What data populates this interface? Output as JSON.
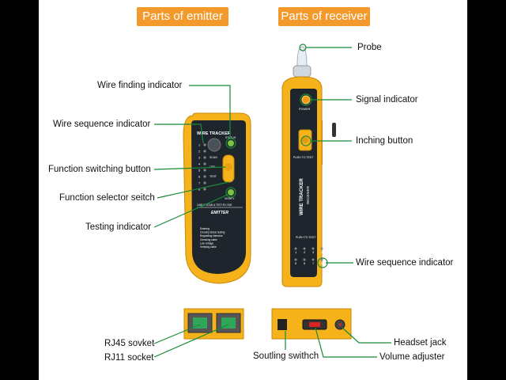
{
  "headers": {
    "emitter": "Parts of emitter",
    "receiver": "Parts of receiver"
  },
  "labels": {
    "wire_finding_indicator": "Wire finding indicator",
    "wire_sequence_indicator_emitter": "Wire sequence indicator",
    "function_switching_button": "Function switching button",
    "function_selector_switch": "Function selector seitch",
    "testing_indicator": "Testing indicator",
    "probe": "Probe",
    "signal_indicator": "Signal indicator",
    "inching_button": "Inching button",
    "wire_sequence_indicator_receiver": "Wire sequence indicator",
    "rj45_socket": "RJ45 sovket",
    "rj11_socket": "RJ11 socket",
    "soutling_switch": "Soutling swithch",
    "headset_jack": "Headset jack",
    "volume_adjuster": "Volume adjuster"
  },
  "device_text": {
    "emitter_brand": "WIRE TRACKER",
    "emitter_name": "EMITTER",
    "emitter_model": "CABLE SCAN & TEST RJ-YDE",
    "emitter_status": "STATUS",
    "emitter_scan": "SCAN",
    "emitter_off": "OFF",
    "emitter_test": "TEST",
    "emitter_verify": "VERIFY",
    "emitter_features": [
      "Entering",
      "Circuitry status testing",
      "Regulating intensive",
      "Checking cable",
      "Low voltage",
      "Verifying cable"
    ],
    "emitter_wire_numbers": [
      "1",
      "2",
      "3",
      "4",
      "5",
      "6",
      "7",
      "8"
    ],
    "receiver_power": "POWER",
    "receiver_push_to_test": "PUSH TO TEST",
    "receiver_brand": "WIRE TRACKER",
    "receiver_name": "RECEIVER",
    "receiver_push_to_test_2": "PUSH TO TEST",
    "receiver_wire_numbers": [
      "1",
      "2",
      "3",
      "4",
      "5",
      "6",
      "7",
      "8"
    ]
  },
  "colors": {
    "header_bg": "#f49a2c",
    "device_yellow": "#f5b21b",
    "device_panel": "#1e252c",
    "leader_green": "#1a8a3a",
    "led_green": "#7dc242"
  }
}
